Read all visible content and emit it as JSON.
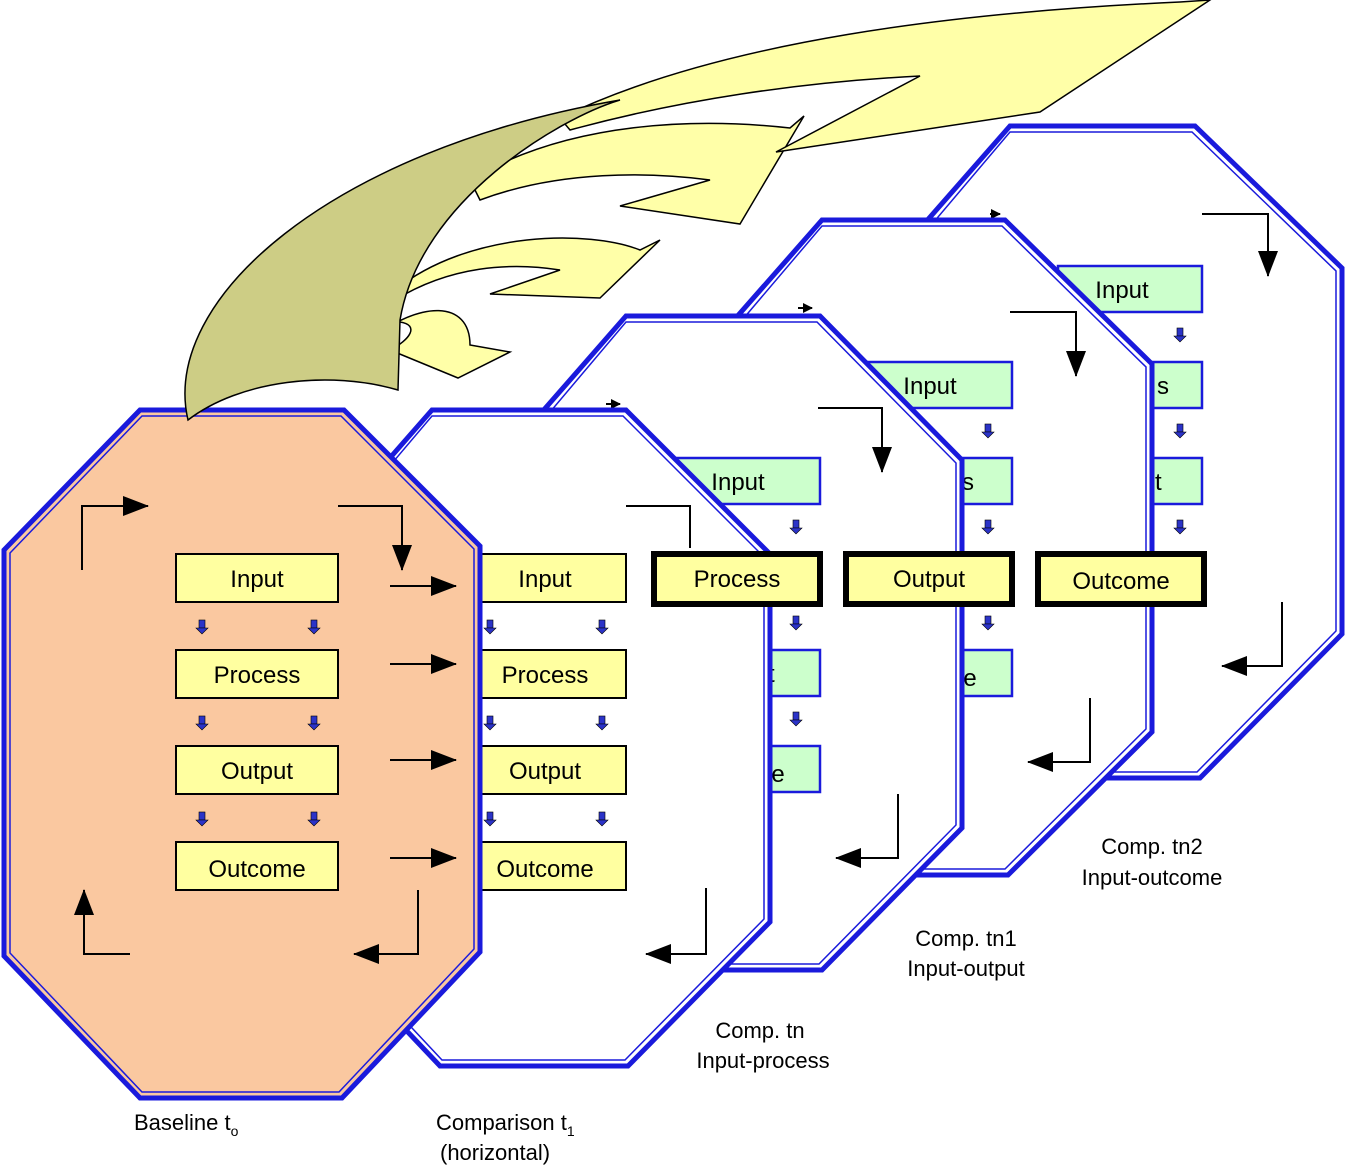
{
  "colors": {
    "octagon_border": "#1a1adc",
    "baseline_fill": "#fac8a0",
    "panel_fill": "#ffffff",
    "box_yellow": "#ffffa0",
    "box_green": "#ccffcc",
    "arrow_yellow": "#ffffa8",
    "arrow_olive": "#cdcd85",
    "small_arrow_blue": "#2b33c8"
  },
  "boxes": {
    "input": "Input",
    "process": "Process",
    "output": "Output",
    "outcome": "Outcome"
  },
  "frames": {
    "baseline": {
      "name": "Baseline t",
      "sub": "o"
    },
    "comparison": {
      "name": "Comparison t",
      "sub": "1",
      "extra": "(horizontal)"
    },
    "comp_tn": {
      "line1": "Comp. tn",
      "line2": "Input-process"
    },
    "comp_tn1": {
      "line1": "Comp. tn1",
      "line2": "Input-output"
    },
    "comp_tn2": {
      "line1": "Comp. tn2",
      "line2": "Input-outcome"
    }
  },
  "partial_labels": {
    "tn2_process_tail": "s",
    "tn2_output_tail": "t",
    "tn1_process_tail": "s",
    "tn1_outcome_tail": "ne",
    "tn_output_tail": "t",
    "tn_outcome_tail": "ne"
  },
  "highlight": {
    "process": "Process",
    "output": "Output",
    "outcome": "Outcome"
  }
}
